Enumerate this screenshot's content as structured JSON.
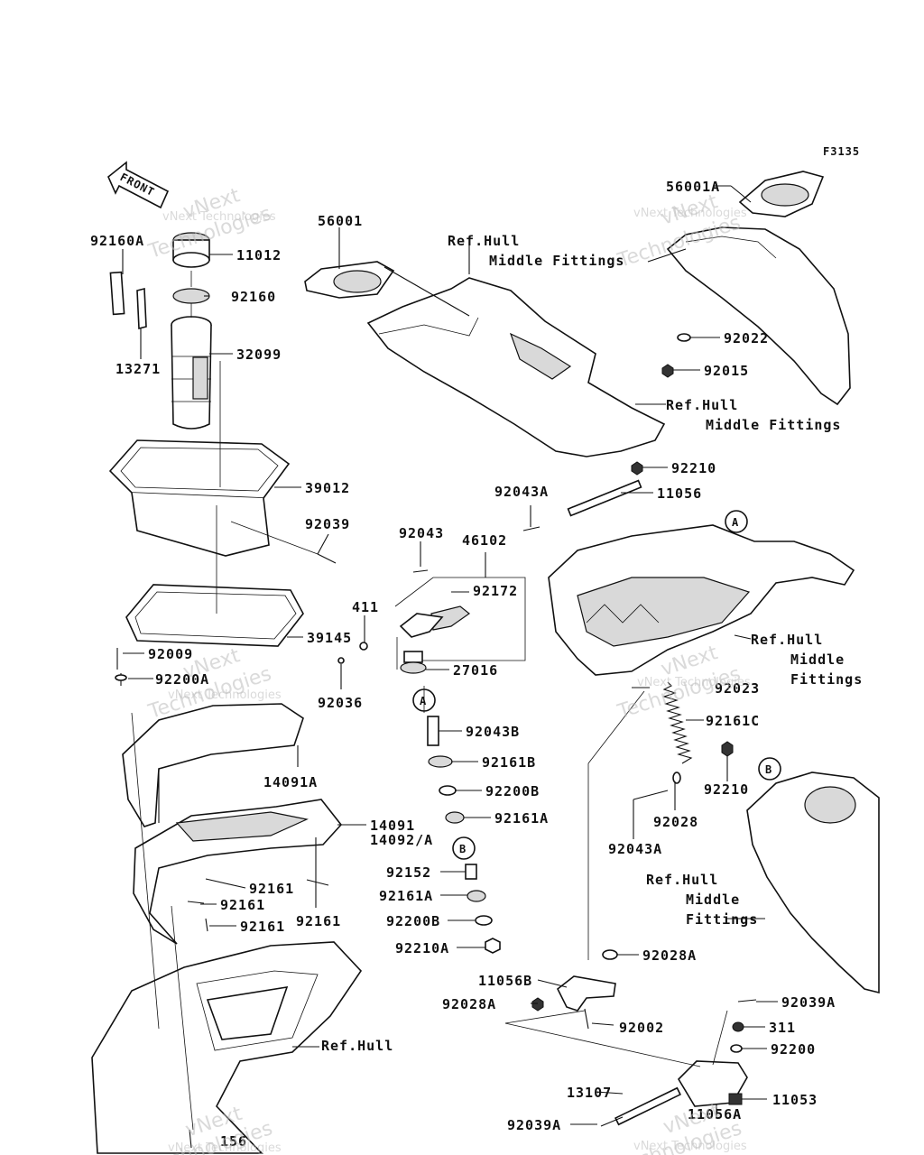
{
  "figure_code": "F3135",
  "front_marker": "FRONT",
  "watermark": {
    "line1": "vNext",
    "line2": "Technologies",
    "line3": "vNext Technologies"
  },
  "labels": {
    "p92160A": "92160A",
    "p11012": "11012",
    "p92160": "92160",
    "p13271": "13271",
    "p32099": "32099",
    "p39012": "39012",
    "p92039": "92039",
    "p39145": "39145",
    "p92009": "92009",
    "p92200A": "92200A",
    "p14091A": "14091A",
    "p14091": "14091",
    "p14092A": "14092/A",
    "p92161a": "92161",
    "p92161b": "92161",
    "p92161c": "92161",
    "p92161d": "92161",
    "p156": "156",
    "p56001": "56001",
    "p56001A": "56001A",
    "p92022": "92022",
    "p92015": "92015",
    "p92210a": "92210",
    "p11056": "11056",
    "p92043A_top": "92043A",
    "p92043": "92043",
    "p46102": "46102",
    "p92172": "92172",
    "p411": "411",
    "p92036": "92036",
    "p27016": "27016",
    "p92043B": "92043B",
    "p92161B": "92161B",
    "p92200B_1": "92200B",
    "p92161A_1": "92161A",
    "p92152": "92152",
    "p92161A_2": "92161A",
    "p92200B_2": "92200B",
    "p92210A": "92210A",
    "p92023": "92023",
    "p92161C": "92161C",
    "p92210b": "92210",
    "p92028": "92028",
    "p92043A_bot": "92043A",
    "p92028A_1": "92028A",
    "p11056B": "11056B",
    "p92028A_2": "92028A",
    "p92002": "92002",
    "p92039A_1": "92039A",
    "p311": "311",
    "p92200": "92200",
    "p13107": "13107",
    "p11053": "11053",
    "p92039A_2": "92039A",
    "p11056A": "11056A"
  },
  "ref_labels": {
    "top_center_line1": "Ref.Hull",
    "top_center_line2": "Middle Fittings",
    "right_top_line1": "Ref.Hull",
    "right_top_line2": "Middle Fittings",
    "mid_right_line1": "Ref.Hull",
    "mid_right_line2": "Middle",
    "mid_right_line3": "Fittings",
    "lower_right_line1": "Ref.Hull",
    "lower_right_line2": "Middle",
    "lower_right_line3": "Fittings",
    "bottom_left": "Ref.Hull"
  },
  "callouts": {
    "a1": "A",
    "a2": "A",
    "b1": "B",
    "b2": "B"
  }
}
